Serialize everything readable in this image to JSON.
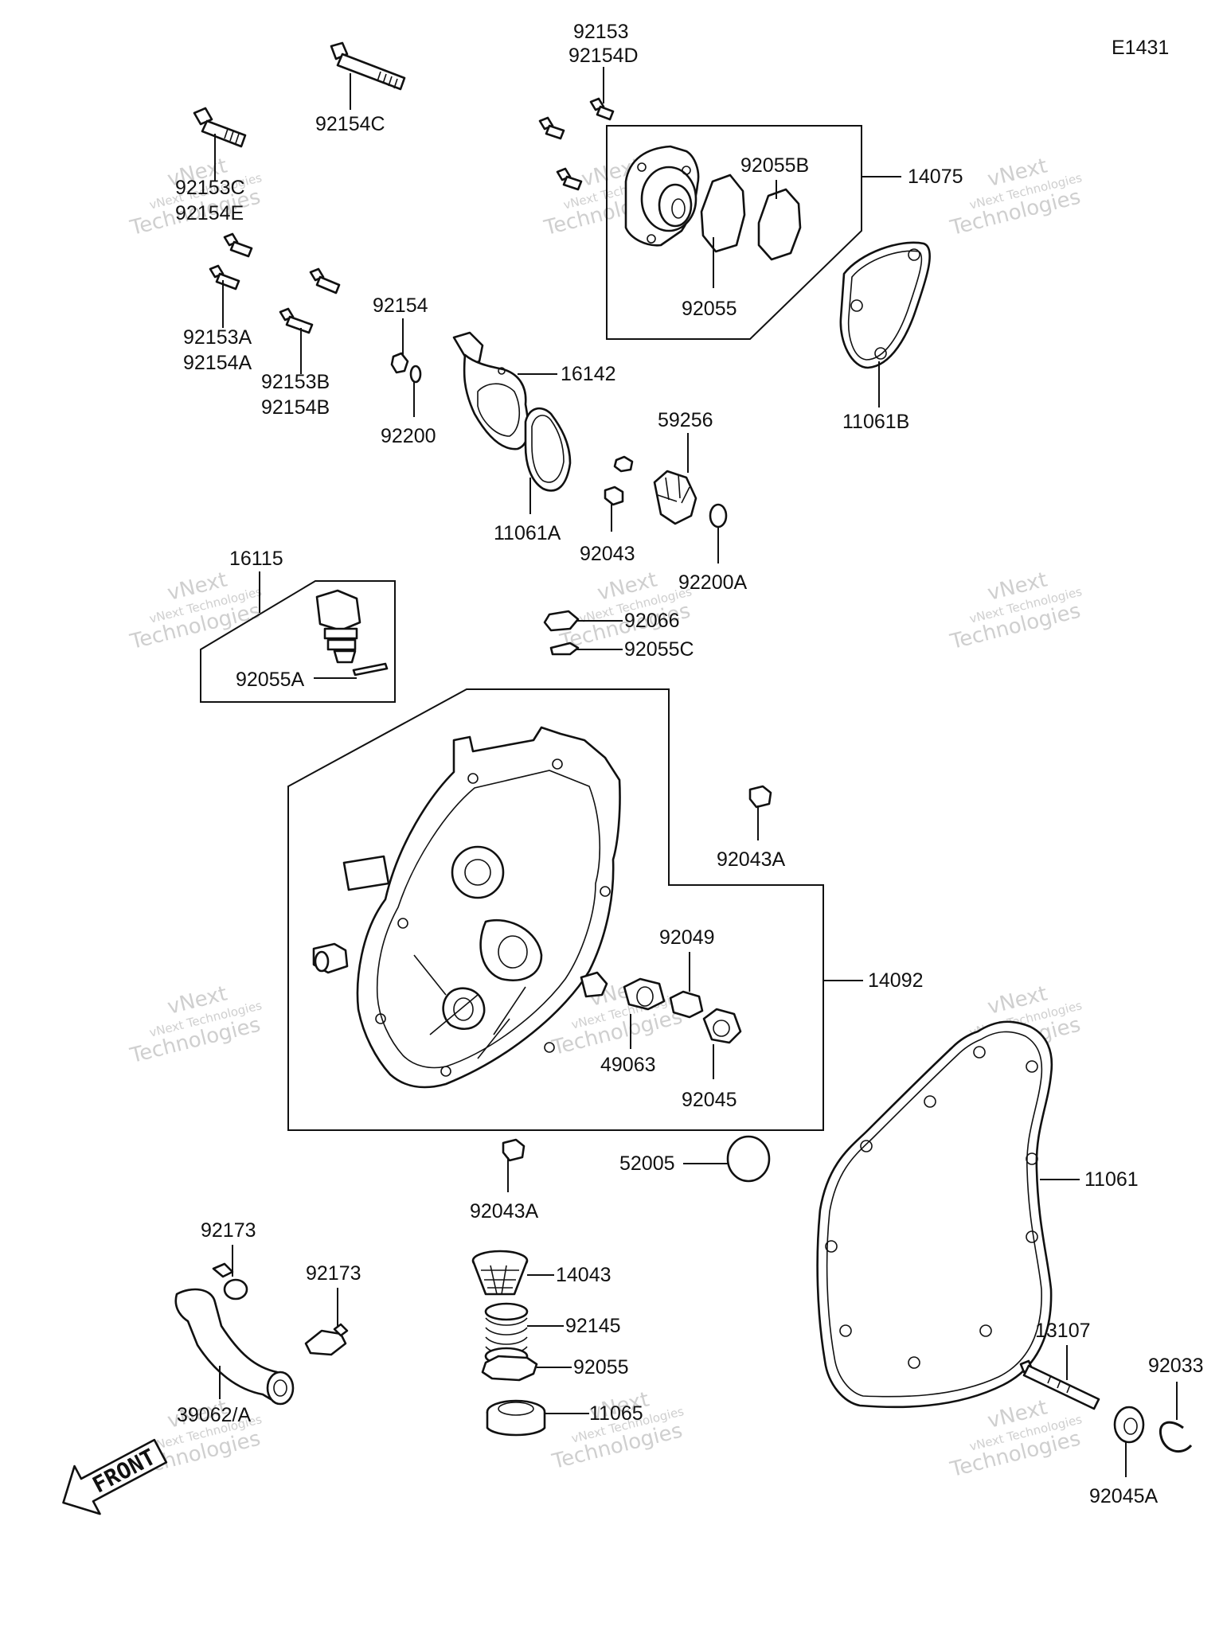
{
  "diagram_id": "E1431",
  "watermark": {
    "line1": "vNext",
    "line2": "vNext Technologies",
    "line3": "Technologies"
  },
  "front_label": "FRONT",
  "labels": {
    "p92153": "92153",
    "p92154D": "92154D",
    "p92154C": "92154C",
    "p92153C": "92153C",
    "p92154E": "92154E",
    "p92153A": "92153A",
    "p92154A": "92154A",
    "p92153B": "92153B",
    "p92154B": "92154B",
    "p92154": "92154",
    "p92200": "92200",
    "p16142": "16142",
    "p11061A": "11061A",
    "p92055B": "92055B",
    "p14075": "14075",
    "p92055": "92055",
    "p11061B": "11061B",
    "p59256": "59256",
    "p92043": "92043",
    "p92200A": "92200A",
    "p16115": "16115",
    "p92055A": "92055A",
    "p92066": "92066",
    "p92055C": "92055C",
    "p92043A_top": "92043A",
    "p92049": "92049",
    "p14092": "14092",
    "p49063": "49063",
    "p92045": "92045",
    "p52005": "52005",
    "p11061": "11061",
    "p92043A_bot": "92043A",
    "p92173_a": "92173",
    "p92173_b": "92173",
    "p14043": "14043",
    "p92145": "92145",
    "p92055_bot": "92055",
    "p11065": "11065",
    "p39062": "39062/A",
    "p13107": "13107",
    "p92033": "92033",
    "p92045A": "92045A"
  }
}
